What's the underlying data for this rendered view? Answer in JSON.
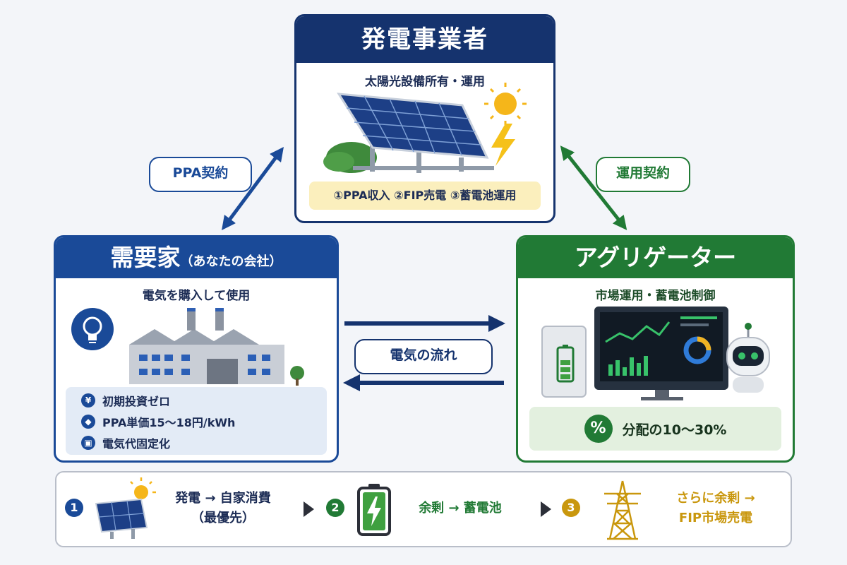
{
  "producer": {
    "title": "発電事業者",
    "subtitle": "太陽光設備所有・運用",
    "benefits": "①PPA収入 ②FIP売電 ③蓄電池運用"
  },
  "consumer": {
    "title": "需要家",
    "title_suffix": "（あなたの会社）",
    "subtitle": "電気を購入して使用",
    "items": [
      {
        "icon": "yen-icon",
        "glyph": "¥",
        "label": "初期投資ゼロ"
      },
      {
        "icon": "price-tag-icon",
        "glyph": "◆",
        "label": "PPA単価15〜18円/kWh"
      },
      {
        "icon": "lock-icon",
        "glyph": "▣",
        "label": "電気代固定化"
      }
    ]
  },
  "aggregator": {
    "title": "アグリゲーター",
    "subtitle": "市場運用・蓄電池制御",
    "share_symbol": "%",
    "share_text": "分配の10〜30%"
  },
  "links": {
    "ppa_contract": "PPA契約",
    "ops_contract": "運用契約",
    "power_flow": "電気の流れ"
  },
  "steps": [
    {
      "number": "1",
      "line1": "発電 → 自家消費",
      "line2": "（最優先）",
      "color": "#1a4a98",
      "icon": "solar-panel-sun-icon"
    },
    {
      "number": "2",
      "line1": "余剰 → 蓄電池",
      "line2": "",
      "color": "#217a35",
      "icon": "battery-charging-icon"
    },
    {
      "number": "3",
      "line1": "さらに余剰 →",
      "line2": "FIP市場売電",
      "color": "#c9970d",
      "icon": "power-tower-icon"
    }
  ],
  "colors": {
    "navy": "#15336e",
    "blue": "#1a4a98",
    "green": "#217a35",
    "gold": "#c9970d",
    "benefit_bg": "#fbefbd"
  }
}
